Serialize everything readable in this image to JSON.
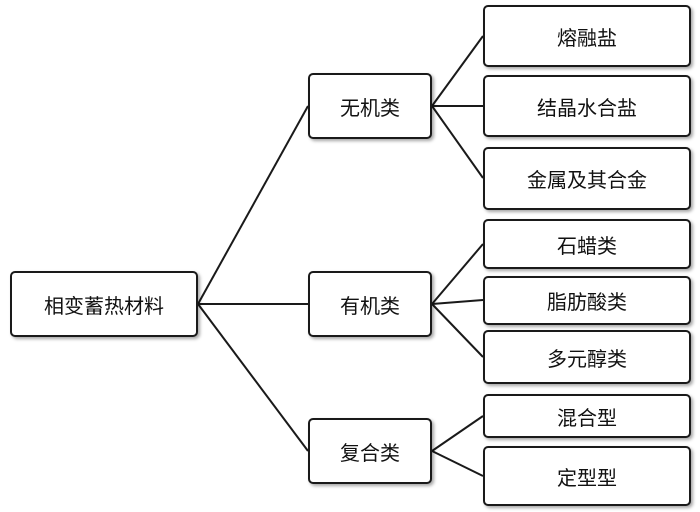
{
  "root": {
    "label": "相变蓄热材料"
  },
  "categories": [
    {
      "label": "无机类",
      "items": [
        "熔融盐",
        "结晶水合盐",
        "金属及其合金"
      ]
    },
    {
      "label": "有机类",
      "items": [
        "石蜡类",
        "脂肪酸类",
        "多元醇类"
      ]
    },
    {
      "label": "复合类",
      "items": [
        "混合型",
        "定型型"
      ]
    }
  ],
  "colors": {
    "line": "#1a1a1a",
    "box_border": "#1a1a1a",
    "background": "#ffffff"
  }
}
